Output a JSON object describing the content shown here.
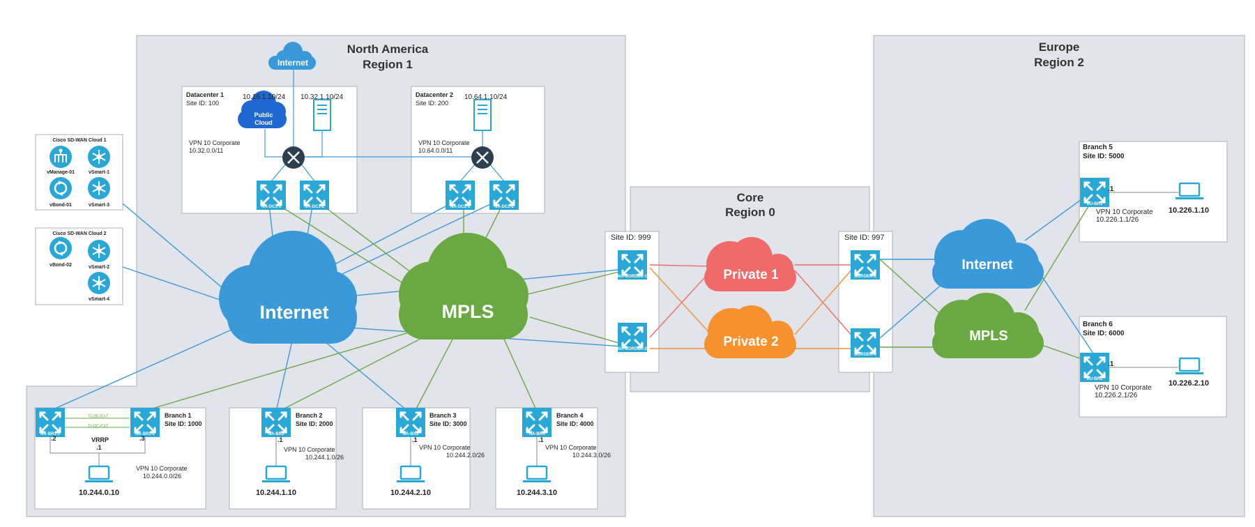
{
  "regions": {
    "north_america": {
      "line1": "North America",
      "line2": "Region 1"
    },
    "core": {
      "line1": "Core",
      "line2": "Region 0"
    },
    "europe": {
      "line1": "Europe",
      "line2": "Region 2"
    }
  },
  "clouds": {
    "na_internet_small": "Internet",
    "internet_main": "Internet",
    "mpls_main": "MPLS",
    "private1": "Private 1",
    "private2": "Private 2",
    "eu_internet": "Internet",
    "eu_mpls": "MPLS",
    "public_cloud_l1": "Public",
    "public_cloud_l2": "Cloud"
  },
  "datacenters": {
    "dc1": {
      "title": "Datacenter 1",
      "site": "Site ID: 100",
      "ip_cloud": "10.16.1.10/24",
      "ip_server": "10.32.1.10/24",
      "vpn": "VPN 10 Corporate",
      "subnet": "10.32.0.0/11",
      "r1": "NA-DC1-1",
      "r2": "NA-DC1-2"
    },
    "dc2": {
      "title": "Datacenter 2",
      "site": "Site ID: 200",
      "ip_server": "10.64.1.10/24",
      "vpn": "VPN 10 Corporate",
      "subnet": "10.64.0.0/11",
      "r1": "NA-DC2-1",
      "r2": "NA-DC2-2"
    }
  },
  "sdwan": {
    "cloud1": {
      "title": "Cisco SD-WAN Cloud 1",
      "n1": "vManage-01",
      "n2": "vSmart-1",
      "n3": "vBond-01",
      "n4": "vSmart-3"
    },
    "cloud2": {
      "title": "Cisco SD-WAN Cloud 2",
      "n1": "vBond-02",
      "n2": "vSmart-2",
      "n3": "vSmart-4"
    }
  },
  "core": {
    "site999": "Site ID: 999",
    "site997": "Site ID: 997",
    "b1": "NA-BORDER-1",
    "b2": "NA-BORDER-2",
    "b3": "BORDER-3",
    "b4": "BORDER-4"
  },
  "branches": {
    "b1": {
      "title": "Branch 1",
      "site": "Site ID: 1000",
      "r1": "NA-BR1-1",
      "r2": "NA-BR1-2",
      "tloc1": "TLOC-EXT",
      "tloc2": "TLOC-EXT",
      "vrrp": "VRRP",
      "gw": ".1",
      "ip1": ".2",
      "ip2": ".3",
      "vpn": "VPN 10 Corporate",
      "subnet": "10.244.0.0/26",
      "host": "10.244.0.10"
    },
    "b2": {
      "title": "Branch 2",
      "site": "Site ID: 2000",
      "r": "NA-BR2",
      "gw": ".1",
      "vpn": "VPN 10 Corporate",
      "subnet": "10.244.1.0/26",
      "host": "10.244.1.10"
    },
    "b3": {
      "title": "Branch 3",
      "site": "Site ID: 3000",
      "r": "NA-BR3",
      "gw": ".1",
      "vpn": "VPN 10 Corporate",
      "subnet": "10.244.2.0/26",
      "host": "10.244.2.10"
    },
    "b4": {
      "title": "Branch 4",
      "site": "Site ID: 4000",
      "r": "NA-BR4",
      "gw": ".1",
      "vpn": "VPN 10 Corporate",
      "subnet": "10.244.3.0/26",
      "host": "10.244.3.10"
    },
    "b5": {
      "title": "Branch 5",
      "site": "Site ID: 5000",
      "r": "EU-BR1",
      "gw": ".1",
      "vpn": "VPN 10 Corporate",
      "subnet": "10.226.1.1/26",
      "host": "10.226.1.10"
    },
    "b6": {
      "title": "Branch 6",
      "site": "Site ID: 6000",
      "r": "EU-BR2",
      "gw": ".1",
      "vpn": "VPN 10 Corporate",
      "subnet": "10.226.2.1/26",
      "host": "10.226.2.10"
    }
  },
  "colors": {
    "region_bg": "#e1e4ea",
    "internet": "#3a9ad9",
    "mpls": "#6aa842",
    "private1": "#f06a6a",
    "private2": "#f5912f",
    "router": "#29a8d8",
    "public_cloud": "#1f68d1"
  }
}
